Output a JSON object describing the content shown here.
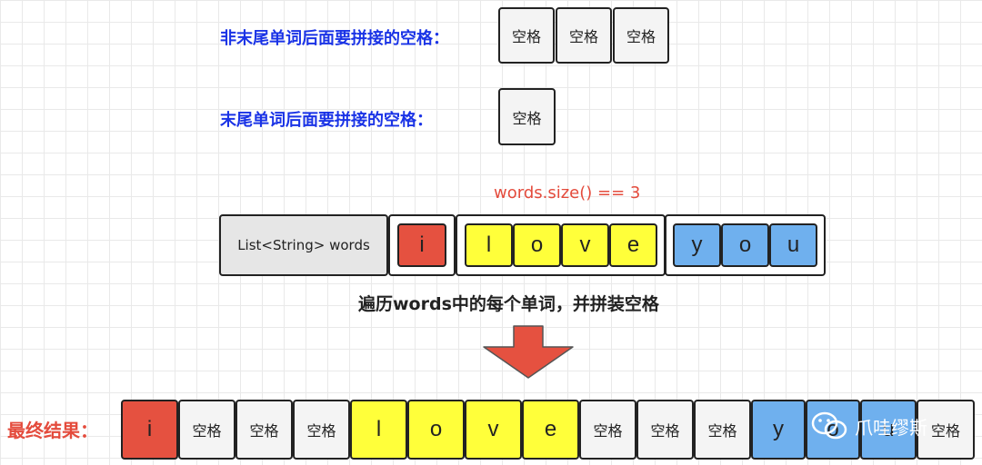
{
  "labels": {
    "non_last": "非末尾单词后面要拼接的空格：",
    "last": "末尾单词后面要拼接的空格：",
    "size": "words.size() == 3",
    "traverse": "遍历words中的每个单词，并拼装空格",
    "final": "最终结果："
  },
  "space_label": "空格",
  "list_label": "List<String> words",
  "words": [
    {
      "letters": [
        "i"
      ],
      "color": "#e55140"
    },
    {
      "letters": [
        "l",
        "o",
        "v",
        "e"
      ],
      "color": "#ffff3a"
    },
    {
      "letters": [
        "y",
        "o",
        "u"
      ],
      "color": "#6fb0ee"
    }
  ],
  "result": [
    {
      "text": "i",
      "kind": "red"
    },
    {
      "text": "空格",
      "kind": "space"
    },
    {
      "text": "空格",
      "kind": "space"
    },
    {
      "text": "空格",
      "kind": "space"
    },
    {
      "text": "l",
      "kind": "yellow"
    },
    {
      "text": "o",
      "kind": "yellow"
    },
    {
      "text": "v",
      "kind": "yellow"
    },
    {
      "text": "e",
      "kind": "yellow"
    },
    {
      "text": "空格",
      "kind": "space"
    },
    {
      "text": "空格",
      "kind": "space"
    },
    {
      "text": "空格",
      "kind": "space"
    },
    {
      "text": "y",
      "kind": "blue"
    },
    {
      "text": "o",
      "kind": "blue"
    },
    {
      "text": "u",
      "kind": "blue"
    },
    {
      "text": "空格",
      "kind": "space"
    }
  ],
  "colors": {
    "red": "#e55140",
    "yellow": "#ffff3a",
    "blue": "#6fb0ee",
    "label_blue": "#1a33e6",
    "accent_red": "#e44b3c"
  },
  "watermark": {
    "text": "爪哇缪斯",
    "icon": "wechat-icon"
  }
}
